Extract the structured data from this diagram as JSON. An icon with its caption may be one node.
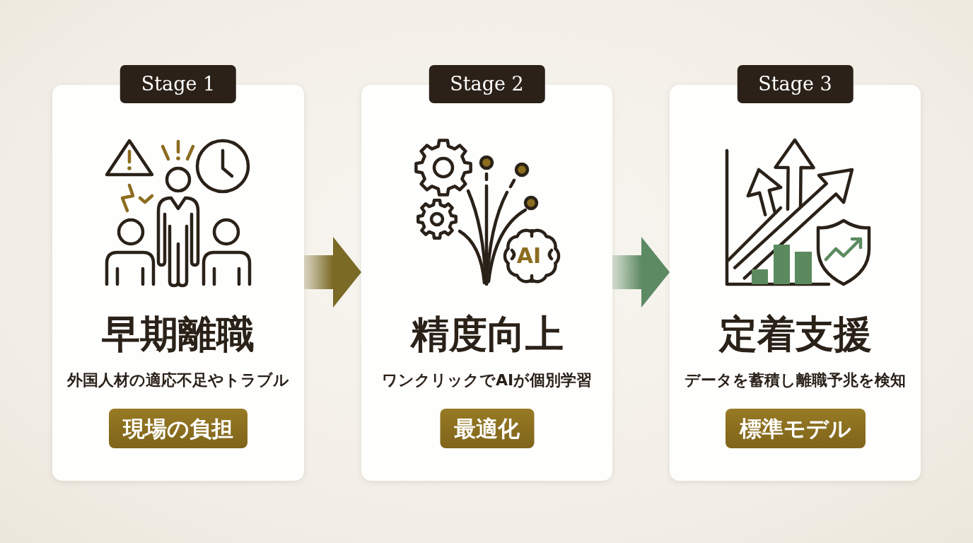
{
  "diagram": {
    "nodes": [
      {
        "text": [
          "Stage 1",
          "早期離職",
          "外国人材の適応不足やトラブル"
        ]
      },
      {
        "text": [
          "現場の負担"
        ],
        "in": 0
      },
      {
        "text": [
          "Stage 2",
          "精度向上",
          "ワンクリックでAIが個別学習"
        ]
      },
      {
        "text": [
          "最適化"
        ],
        "in": 2
      },
      {
        "text": [
          "Stage 3",
          "定着支援",
          "データを蓄積し離職予兆を検知"
        ]
      },
      {
        "text": [
          "標準モデル"
        ],
        "in": 4
      }
    ],
    "edges": [
      {
        "from": 0,
        "to": 2,
        "arrow": "to",
        "color": "#7a6a26"
      },
      {
        "from": 2,
        "to": 4,
        "arrow": "to",
        "color": "#5e8a63"
      }
    ],
    "labels": [
      "AI"
    ]
  }
}
